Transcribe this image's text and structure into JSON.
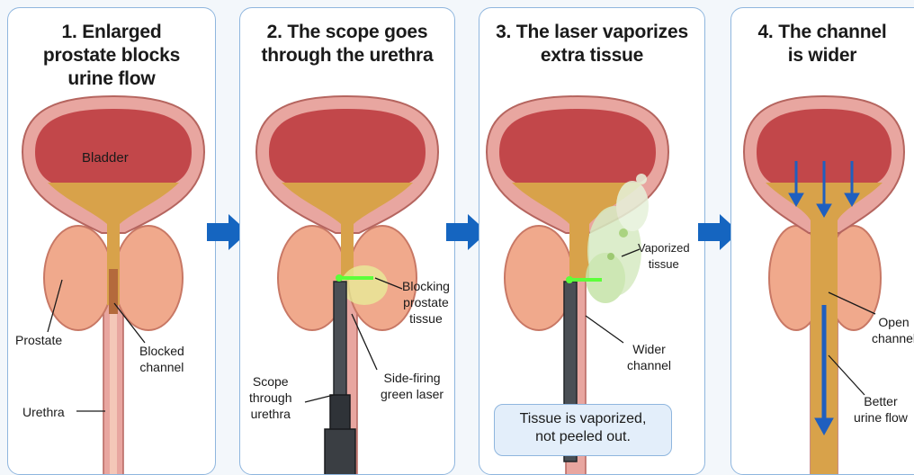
{
  "panels": [
    {
      "title": [
        "1. Enlarged",
        "prostate blocks",
        "urine flow"
      ],
      "labels": {
        "bladder": "Bladder",
        "prostate": "Prostate",
        "blocked": [
          "Blocked",
          "channel"
        ],
        "urethra": "Urethra"
      }
    },
    {
      "title": [
        "2. The scope goes",
        "through the urethra"
      ],
      "labels": {
        "blocking": [
          "Blocking",
          "prostate",
          "tissue"
        ],
        "laser": [
          "Side-firing",
          "green laser"
        ],
        "scope": [
          "Scope",
          "through",
          "urethra"
        ]
      }
    },
    {
      "title": [
        "3. The laser vaporizes",
        "extra tissue"
      ],
      "labels": {
        "vaporized": [
          "Vaporized",
          "tissue"
        ],
        "wider": [
          "Wider",
          "channel"
        ]
      },
      "note": [
        "Tissue is vaporized,",
        "not peeled out."
      ]
    },
    {
      "title": [
        "4. The channel",
        "is wider"
      ],
      "labels": {
        "open": [
          "Open",
          "channel"
        ],
        "better": [
          "Better",
          "urine flow"
        ]
      }
    }
  ],
  "colors": {
    "panel_border": "#8fb6de",
    "arrow": "#1565c0",
    "bladder_wall": "#e8a6a0",
    "bladder_inner": "#c2474a",
    "urine": "#d8a24a",
    "prostate": "#f0a98c",
    "laser": "#5cff3a",
    "flow_arrow": "#1f5fbf"
  },
  "icons": [
    "right-arrow-icon",
    "flow-arrow-icon"
  ]
}
